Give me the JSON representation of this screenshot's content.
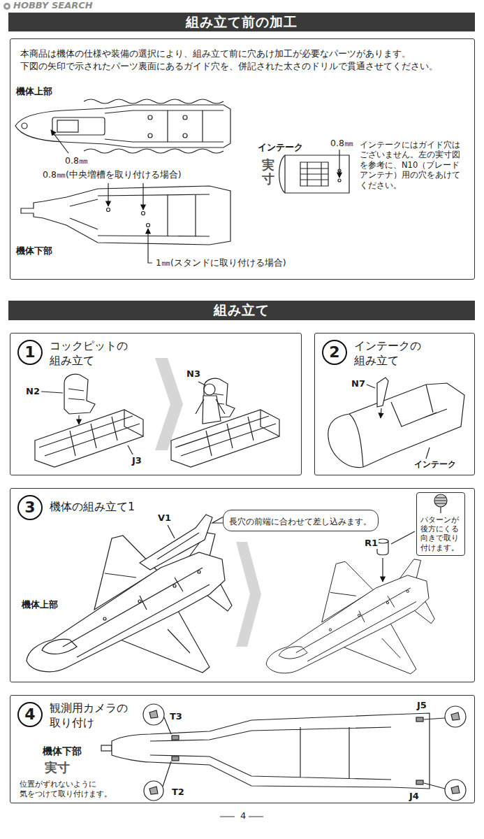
{
  "diagram": {
    "nodes": [
      {
        "text": [
          "組み立て前の加工"
        ]
      },
      {
        "text": [
          "本商品は機体の仕様や装備の選択により、組み立て前に穴あけ加工が必要なパーツがあります。 下図の矢印で示されたパーツ裏面にあるガイド穴を、併記された太さのドリルで貫通させてください。"
        ]
      },
      {
        "text": [
          "組み立て"
        ]
      },
      {
        "text": [
          "コックピットの 組み立て"
        ]
      },
      {
        "text": [
          "1"
        ],
        "in": 3
      },
      {
        "text": [
          "インテークの 組み立て"
        ]
      },
      {
        "text": [
          "2"
        ],
        "in": 5
      },
      {
        "text": [
          "機体の組み立て1"
        ]
      },
      {
        "text": [
          "3"
        ],
        "in": 7
      },
      {
        "text": [
          "長穴の前端に合わせて差し込みます。"
        ],
        "in": 7
      },
      {
        "text": [
          "パターンが 後方にくる 向きで取り 付けます。"
        ],
        "in": 7
      },
      {
        "text": [
          "観測用カメラの 取り付け"
        ]
      },
      {
        "text": [
          "4"
        ],
        "in": 11
      }
    ],
    "labels": [
      "HOBBY SEARCH",
      "機体上部",
      "0.8㎜",
      "インテーク",
      "0.8㎜",
      "実寸",
      "インテークにはガイド穴は ございません。左の実寸図 を参考に、N10（ブレード アンテナ）用の穴をあけて ください。",
      "0.8㎜(中央増槽を取り付ける場合)",
      "機体下部",
      "1㎜(スタンドに取り付ける場合)",
      "N2",
      "N3",
      "J3",
      "N7",
      "インテーク",
      "V1",
      "機体上部",
      "R1",
      "T3",
      "J5",
      "機体下部",
      "実寸",
      "T2",
      "J4",
      "位置がずれないように 気をつけて取り付けます。",
      "4"
    ]
  }
}
